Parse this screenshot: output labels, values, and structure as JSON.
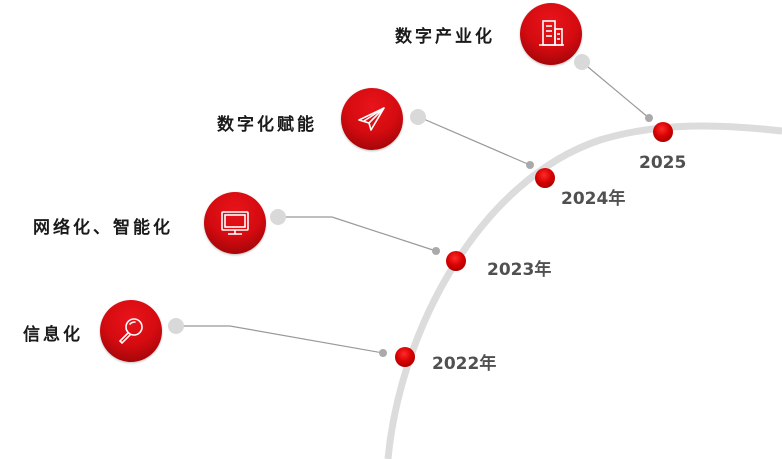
{
  "diagram": {
    "type": "timeline-arc",
    "stages": [
      {
        "label": "数字产业化",
        "year": "2025",
        "icon": "building-icon"
      },
      {
        "label": "数字化赋能",
        "year": "2024年",
        "icon": "paper-plane-icon"
      },
      {
        "label": "网络化、智能化",
        "year": "2023年",
        "icon": "monitor-icon"
      },
      {
        "label": "信息化",
        "year": "2022年",
        "icon": "magnifier-icon"
      }
    ],
    "colors": {
      "accent": "#d40b10",
      "arc": "#dcdcdc",
      "connector": "#999999",
      "year_text": "#505050",
      "label_text": "#1a1a1a"
    }
  }
}
